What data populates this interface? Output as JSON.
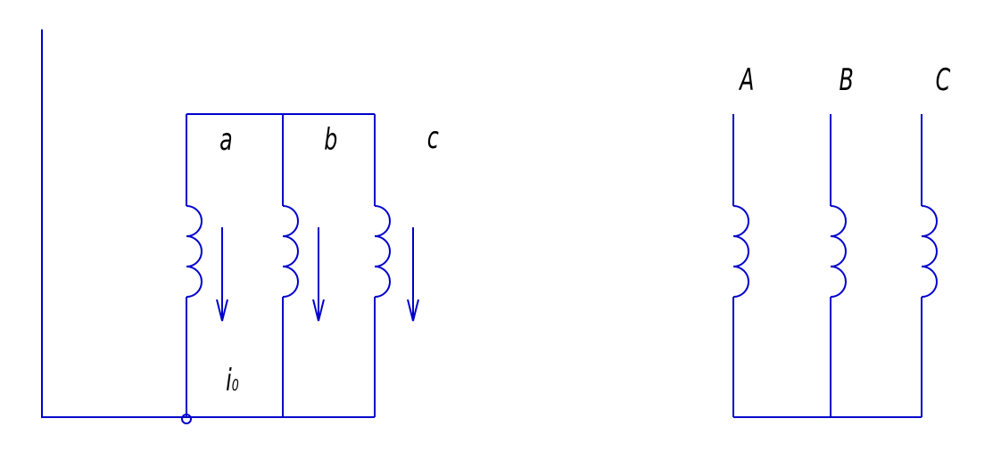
{
  "low_voltage_side": {
    "phase_labels": [
      "a",
      "b",
      "c"
    ],
    "current_label": "i",
    "current_subscript": "0"
  },
  "high_voltage_side": {
    "phase_labels": [
      "A",
      "B",
      "C"
    ]
  },
  "colors": {
    "wire": "#0000cc",
    "text": "#000000",
    "background": "#ffffff"
  }
}
